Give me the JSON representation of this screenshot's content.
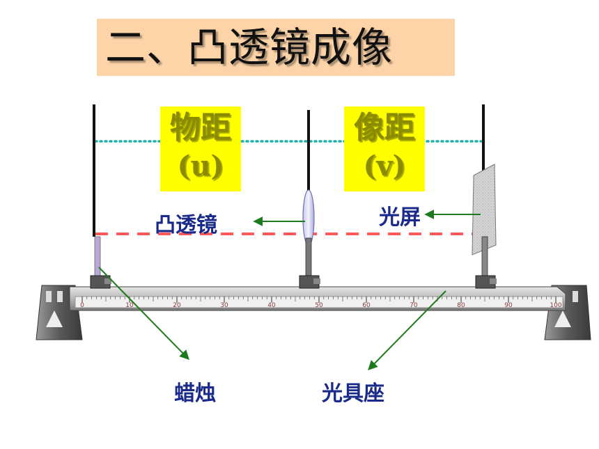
{
  "title": "二、凸透镜成像",
  "labels": {
    "object_distance": "物距",
    "object_symbol": "(u)",
    "image_distance": "像距",
    "image_symbol": "(v)",
    "lens": "凸透镜",
    "screen": "光屏",
    "candle": "蜡烛",
    "bench": "光具座"
  },
  "scale_ticks": [
    "0",
    "10",
    "20",
    "30",
    "40",
    "50",
    "60",
    "70",
    "80",
    "90",
    "100"
  ],
  "colors": {
    "title_bg": "#fdd4a8",
    "highlight": "#ffff00",
    "dotted_line": "#20b2aa",
    "dashed_line": "#ff5a5a",
    "arrow": "#1e7a1e",
    "label_text": "#1a2a8a"
  }
}
